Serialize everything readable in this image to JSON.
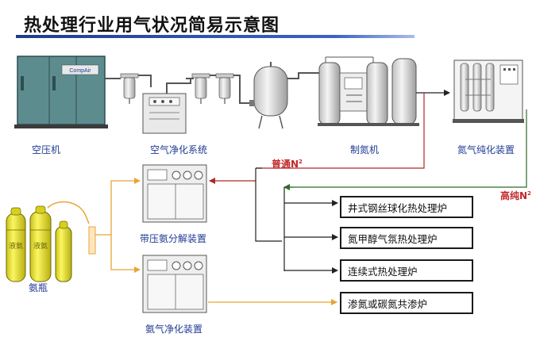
{
  "title": "热处理行业用气状况简易示意图",
  "equipment": {
    "air_compressor": "空压机",
    "air_purification": "空气净化系统",
    "nitrogen_generator": "制氮机",
    "nitrogen_purifier": "氮气纯化装置",
    "ammonia_cracker": "带压氨分解装置",
    "ammonia_cylinder": "氨瓶",
    "ammonia_purifier": "氨气净化装置",
    "compressor_brand": "CompAir",
    "cylinder_text": "液氨"
  },
  "flows": {
    "normal_n2": "普通N",
    "normal_n2_sub": "2",
    "high_purity_n2": "高纯N",
    "high_purity_n2_sub": "2"
  },
  "processes": [
    "井式钢丝球化热处理炉",
    "氮甲醇气氛热处理炉",
    "连续式热处理炉",
    "渗氮或碳氮共渗炉"
  ],
  "colors": {
    "label": "#1f3a94",
    "normal_n2_line": "#b3262a",
    "high_purity_line": "#2f6b2a",
    "process_line": "#222222",
    "ammonia_line": "#e8a436",
    "cylinder": "#f1ea2b"
  }
}
